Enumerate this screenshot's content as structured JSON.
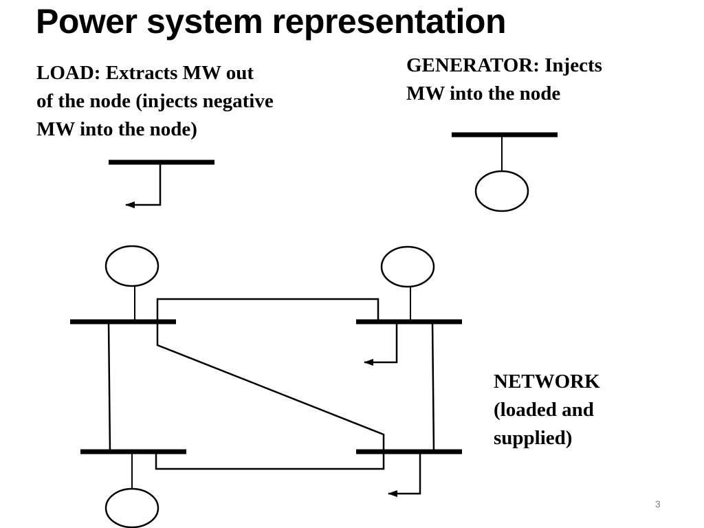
{
  "title": "Power system representation",
  "load_label": [
    "LOAD: Extracts MW out",
    "of the node (injects negative",
    "MW into the node)"
  ],
  "generator_label": [
    "GENERATOR: Injects",
    "MW into the node"
  ],
  "network_label": [
    "NETWORK",
    "(loaded and",
    "supplied)"
  ],
  "slide_number": "3"
}
